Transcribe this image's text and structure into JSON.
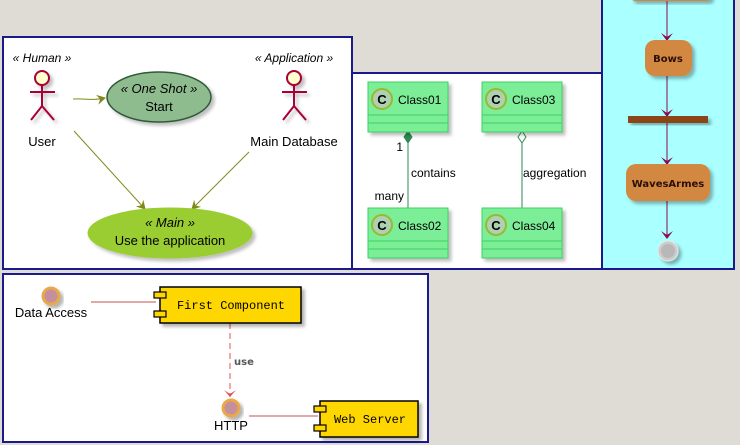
{
  "usecase": {
    "actors": [
      {
        "stereotype": "« Human »",
        "name": "User"
      },
      {
        "stereotype": "« Application »",
        "name": "Main Database"
      }
    ],
    "usecases": [
      {
        "stereotype": "« One Shot »",
        "name": "Start"
      },
      {
        "stereotype": "« Main »",
        "name": "Use the application"
      }
    ]
  },
  "classes": {
    "items": [
      {
        "badge": "C",
        "name": "Class01"
      },
      {
        "badge": "C",
        "name": "Class02"
      },
      {
        "badge": "C",
        "name": "Class03"
      },
      {
        "badge": "C",
        "name": "Class04"
      }
    ],
    "relations": [
      {
        "label": "contains",
        "from_mult": "1",
        "to_mult": "many",
        "type": "composition"
      },
      {
        "label": "aggregation",
        "type": "aggregation"
      }
    ]
  },
  "activity": {
    "nodes": [
      {
        "label": "Bows"
      },
      {
        "label": "WavesArmes"
      }
    ]
  },
  "component": {
    "interfaces": [
      {
        "name": "Data Access"
      },
      {
        "name": "HTTP"
      }
    ],
    "components": [
      {
        "name": "First Component"
      },
      {
        "name": "Web Server"
      }
    ],
    "relations": [
      {
        "label": "use"
      }
    ]
  },
  "colors": {
    "panel_border": "#1a1a8c",
    "background": "#dfdcd6",
    "actor": "#a80036",
    "actor_head": "#fefece",
    "usecase_start": "#8fbc8f",
    "usecase_main": "#9acd32",
    "class_fill": "#7cee98",
    "class_badge": "#add1b2",
    "activity_bg": "#aaffff",
    "activity_node": "#d2883f",
    "activity_bar": "#8b4513",
    "component_fill": "#ffd700",
    "interface_fill": "#c58f9d"
  }
}
